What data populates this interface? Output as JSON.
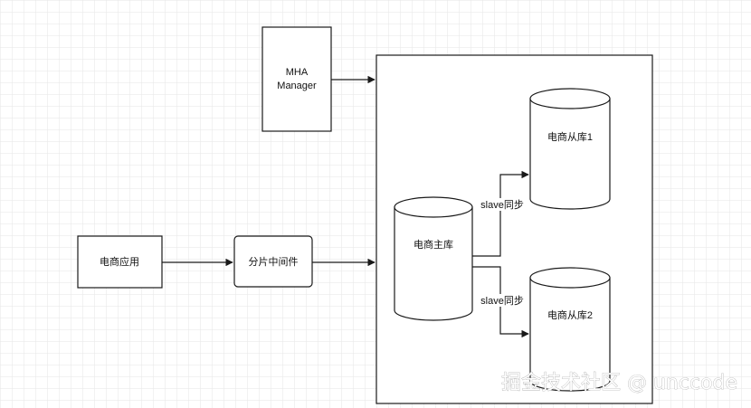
{
  "diagram": {
    "mha_manager": {
      "line1": "MHA",
      "line2": "Manager"
    },
    "app": "电商应用",
    "middleware": "分片中间件",
    "master_db": "电商主库",
    "slave_db_1": "电商从库1",
    "slave_db_2": "电商从库2",
    "sync_label_top": "slave同步",
    "sync_label_bottom": "slave同步"
  },
  "watermark": "掘金技术社区 @ unccode",
  "colors": {
    "grid": "#e6e6e6",
    "stroke": "#1a1a1a",
    "background": "#ffffff"
  }
}
